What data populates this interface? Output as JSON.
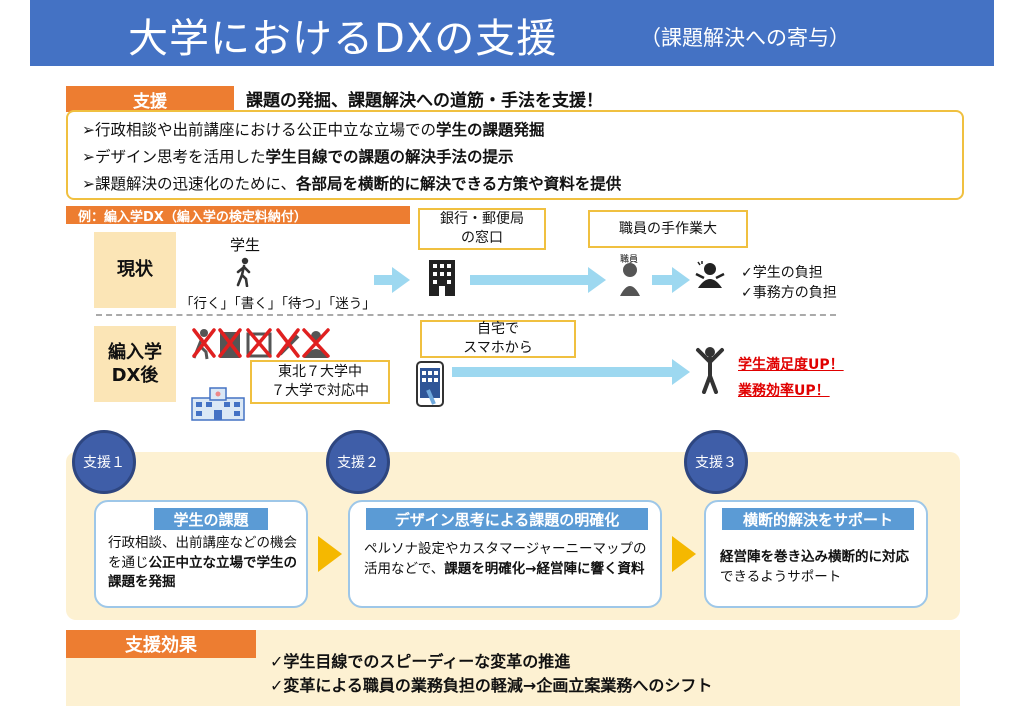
{
  "header": {
    "title": "大学におけるDXの支援",
    "subtitle": "（課題解決への寄与）"
  },
  "support": {
    "tab": "支援",
    "headline": "課題の発掘、課題解決への道筋・手法を支援！",
    "bullets": [
      {
        "pre": "➢行政相談や出前講座における公正中立な立場での",
        "bold": "学生の課題発掘",
        "post": ""
      },
      {
        "pre": "➢デザイン思考を活用した",
        "bold": "学生目線での課題の解決手法の提示",
        "post": ""
      },
      {
        "pre": "➢課題解決の迅速化のために、",
        "bold": "各部局を横断的に解決できる方策や資料を提供",
        "post": ""
      }
    ]
  },
  "example": {
    "tab": "例：編入学DX（編入学の検定料納付）",
    "current": {
      "label": "現状",
      "student_label": "学生",
      "actions": "「行く」「書く」「待つ」「迷う」",
      "bank_callout_1": "銀行・郵便局",
      "bank_callout_2": "の窓口",
      "staff_callout": "職員の手作業大",
      "staff_small": "職員",
      "burdens": [
        "✓学生の負担",
        "✓事務方の負担"
      ]
    },
    "after": {
      "label_1": "編入学",
      "label_2": "DX後",
      "univ_callout_1": "東北７大学中",
      "univ_callout_2": "７大学で対応中",
      "home_callout_1": "自宅で",
      "home_callout_2": "スマホから",
      "results": [
        "学生満足度UP！",
        "業務効率UP！"
      ]
    }
  },
  "steps": [
    {
      "circle": "支援１",
      "heading": "学生の課題",
      "text_pre": "行政相談、出前講座などの機会を通じ",
      "text_bold": "公正中立な立場で学生の課題を発掘",
      "text_post": ""
    },
    {
      "circle": "支援２",
      "heading": "デザイン思考による課題の明確化",
      "text_pre": "ペルソナ設定やカスタマージャーニーマップの活用などで、",
      "text_bold": "課題を明確化→経営陣に響く資料",
      "text_post": ""
    },
    {
      "circle": "支援３",
      "heading": "横断的解決をサポート",
      "text_pre": "",
      "text_bold": "経営陣を巻き込み横断的に対応",
      "text_post": "できるようサポート"
    }
  ],
  "effects": {
    "tab": "支援効果",
    "lines": [
      "✓学生目線でのスピーディーな変革の推進",
      "✓変革による職員の業務負担の軽減→企画立案業務へのシフト"
    ]
  },
  "colors": {
    "title_bg": "#4472c4",
    "accent_orange": "#ed7d31",
    "callout_border": "#f0c040",
    "arrow": "#9dd8f0",
    "circle": "#3f5ea8",
    "card_head": "#5b9bd5",
    "result_red": "#e00000"
  }
}
